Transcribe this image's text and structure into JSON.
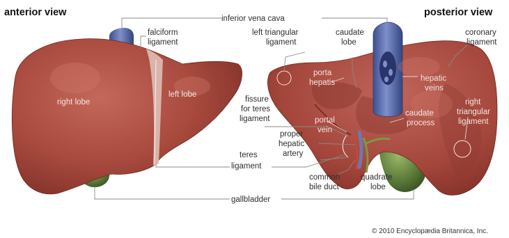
{
  "titles": {
    "anterior": "anterior view",
    "posterior": "posterior view"
  },
  "labels": {
    "inferior_vena_cava": "inferior vena cava",
    "falciform_ligament": [
      "falciform",
      "ligament"
    ],
    "right_lobe": "right lobe",
    "left_lobe": "left lobe",
    "left_triangular_ligament": [
      "left triangular",
      "ligament"
    ],
    "caudate_lobe": [
      "caudate",
      "lobe"
    ],
    "coronary_ligament": [
      "coronary",
      "ligament"
    ],
    "porta_hepatis": [
      "porta",
      "hepatis"
    ],
    "hepatic_veins": [
      "hepatic",
      "veins"
    ],
    "fissure_for_teres_ligament": [
      "fissure",
      "for teres",
      "ligament"
    ],
    "portal_vein": [
      "portal",
      "vein"
    ],
    "caudate_process": [
      "caudate",
      "process"
    ],
    "right_triangular_ligament": [
      "right",
      "triangular",
      "ligament"
    ],
    "proper_hepatic_artery": [
      "proper",
      "hepatic",
      "artery"
    ],
    "teres_ligament": [
      "teres",
      "ligament"
    ],
    "common_bile_duct": [
      "common",
      "bile duct"
    ],
    "quadrate_lobe": [
      "quadrate",
      "lobe"
    ],
    "gallbladder": "gallbladder"
  },
  "credit": "© 2010 Encyclopædia Britannica, Inc.",
  "colors": {
    "liver": "#a5473c",
    "liver_dark": "#7e2f27",
    "liver_light": "#c7685a",
    "vena_cava": "#5b6fb0",
    "gallbladder": "#5f7f3c",
    "ligament": "#e2c4bc"
  }
}
